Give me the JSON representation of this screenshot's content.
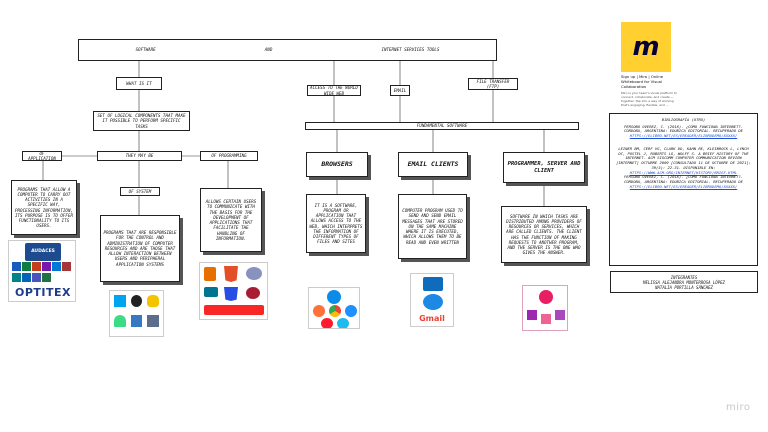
{
  "title": {
    "left": "SOFTWARE",
    "mid": "AND",
    "right": "INTERNET SERVICES TOOLS"
  },
  "nodes": {
    "what_is_it": "WHAT IS IT",
    "set_of_logical": "SET OF LOGICAL COMPONENTS THAT MAKE IT POSSIBLE TO PERFORM SPECIFIC TASKS",
    "they_may_be": "THEY MAY BE",
    "of_application": "OF APPLICATION",
    "of_system": "OF SYSTEM",
    "of_programming": "OF PROGRAMMING",
    "app_desc": "PROGRAMS THAT ALLOW A COMPUTER TO CARRY OUT ACTIVITIES IN A SPECIFIC WAY, PROCESSING INFORMATION, ITS PURPOSE IS TO OFFER FUNCTIONALITY TO ITS USERS.",
    "system_desc": "PROGRAMS THAT ARE RESPONSIBLE FOR THE CONTROL AND ADMINISTRATION OF COMPUTER RESOURCES AND ARE THOSE THAT ALLOW INTERACTION BETWEEN USERS AND PERIPHERAL APPLICATION SYSTEMS",
    "prog_desc": "ALLOWS CERTAIN USERS TO COMMUNICATE WITH THE BASIS FOR THE DEVELOPMENT OF APPLICATIONS THAT FACILITATE THE HANDLING OF INFORMATION.",
    "access_web": "ACCESS TO THE WORLD WIDE WEB",
    "email": "EMAIL",
    "file_transfer": "FILE TRANSFER (FTP)",
    "fundamental": "FUNDAMENTAL SOFTWARE",
    "browsers": "BROWSERS",
    "email_clients": "EMAIL CLIENTS",
    "programmer": "PROGRAMMER, SERVER AND CLIENT",
    "browsers_desc": "IT IS A SOFTWARE, PROGRAM OR APPLICATION THAT ALLOWS ACCESS TO THE WEB, WHICH INTERPRETS THE INFORMATION OF DIFFERENT TYPES OF FILES AND SITES",
    "email_desc": "COMPUTER PROGRAM USED TO SEND AND SEND EMAIL MESSAGES THAT ARE STORED ON THE SAME MACHINE WHERE IT IS EXECUTED, WHICH ALLOWS THEM TO BE READ AND EVEN WRITTEN",
    "prog_server_desc": "SOFTWARE IN WHICH TASKS ARE DISTRIBUTED AMONG PROVIDERS OF RESOURCES OR SERVICES, WHICH ARE CALLED CLIENTS. THE CLIENT HAS THE FUNCTION OF MAKING REQUESTS TO ANOTHER PROGRAM, AND THE SERVER IS THE ONE WHO GIVES THE ANSWER."
  },
  "logos": {
    "audaces": "AUDACES",
    "optitex": "OPTITEX",
    "gmail": "Gmail"
  },
  "miro_card": {
    "title": "Sign up | Miro | Online Whiteboard for Visual Collaboration",
    "desc": "Miro is your team's visual platform to connect, collaborate, and create — together. Tap into a way of working that's engaging, flexible, and ..."
  },
  "bibliography": {
    "heading": "BIBLIOGRAFÍA (OTRO)",
    "entries": [
      "PERSONO OVEREZ, C. (2018). ¿CÓMO FUNCIONA INTERNET?. CÓRDOBA, ARGENTINA: EDUBICA EDITORIAL. RECUPERADO DE",
      "LEINER BM, CERF VG, CLARK DD, KAHN RE, KLEINROCK L, LYNCH DC, POSTEL J, ROBERTS LG, WOLFF S. A BRIEF HISTORY OF THE INTERNET. ACM SIGCOMM COMPUTER COMMUNICATION REVIEW [INTERNET] OCTUBRE 2009 [CONSULTADO 11 DE OCTUBRE DE 2021]; 39(5): 22-31. DISPONIBLE EN:",
      "PERSONO OVEREZ, C. (2018). ¿CÓMO FUNCIONA INTERNET?. CÓRDOBA, ARGENTINA: EDUBICA EDITORIAL. RECUPERADO DE"
    ],
    "links": [
      "HTTPS://ELIBRO.NET/ES/EREADER/ELIBRODEMO/XXXXX/",
      "HTTPS://WWW.ACM.ORG/INTERNET/HISTORY/BRIEF.HTML",
      "HTTPS://ELIBRO.NET/ES/EREADER/ELIBRODEMO/XXXXX/"
    ]
  },
  "members": {
    "heading": "INTEGRANTES",
    "names": [
      "MELISSA ALEJANDRA MONTERROSA LÓPEZ",
      "NATALIA PORTILLA SÁNCHEZ"
    ]
  },
  "watermark": "miro",
  "colors": {
    "miro_yellow": "#ffd02f",
    "link_blue": "#1a4fd6",
    "outlook_blue": "#0f6cbd",
    "gmail_red": "#ea4335"
  }
}
